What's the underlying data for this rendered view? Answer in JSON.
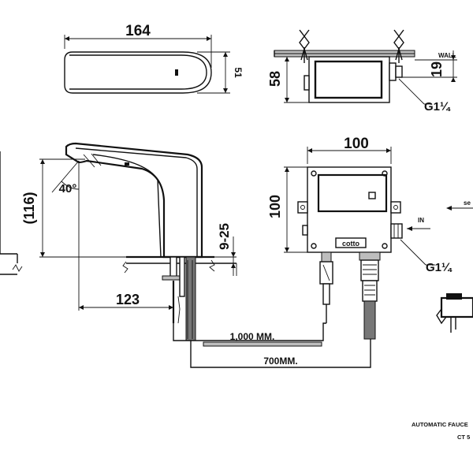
{
  "top_view": {
    "width_dim": "164",
    "height_dim": "51"
  },
  "side_view": {
    "height_dim": "(116)",
    "angle_dim": "40°",
    "spout_dim": "123",
    "deck_dim": "9-25"
  },
  "box_side": {
    "height_dim": "58",
    "wall_dim": "19",
    "wall_label": "WALL",
    "thread": "G1¼"
  },
  "box_front": {
    "width_dim": "100",
    "height_dim": "100",
    "logo": "cotto",
    "inlet_label": "IN",
    "thread": "G1¼",
    "sensor_cut": "se"
  },
  "cables": {
    "cable_length": "1,000 MM.",
    "hose_length": "700MM."
  },
  "title_block": {
    "title": "AUTOMATIC FAUCE",
    "model": "CT 5"
  }
}
